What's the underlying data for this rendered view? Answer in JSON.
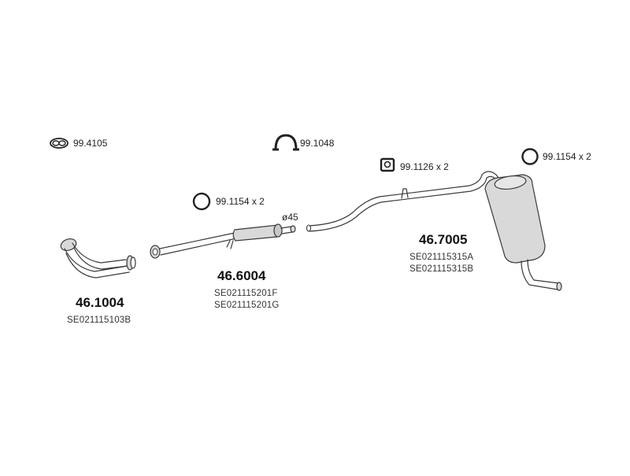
{
  "accessories": {
    "gasket": "99.4105",
    "clamp": "99.1048",
    "hanger_front": "99.1154 x 2",
    "hanger_rear": "99.1154 x 2",
    "rubber_mount": "99.1126 x 2"
  },
  "parts": {
    "front_pipe": {
      "number": "46.1004",
      "codes": [
        "SE021115103B"
      ]
    },
    "middle_silencer": {
      "number": "46.6004",
      "codes": [
        "SE021115201F",
        "SE021115201G"
      ],
      "diameter": "ø45"
    },
    "rear_silencer": {
      "number": "46.7005",
      "codes": [
        "SE021115315A",
        "SE021115315B"
      ]
    }
  },
  "colors": {
    "line": "#3a3a3a",
    "fill": "#d9d9d9",
    "background": "#ffffff"
  }
}
